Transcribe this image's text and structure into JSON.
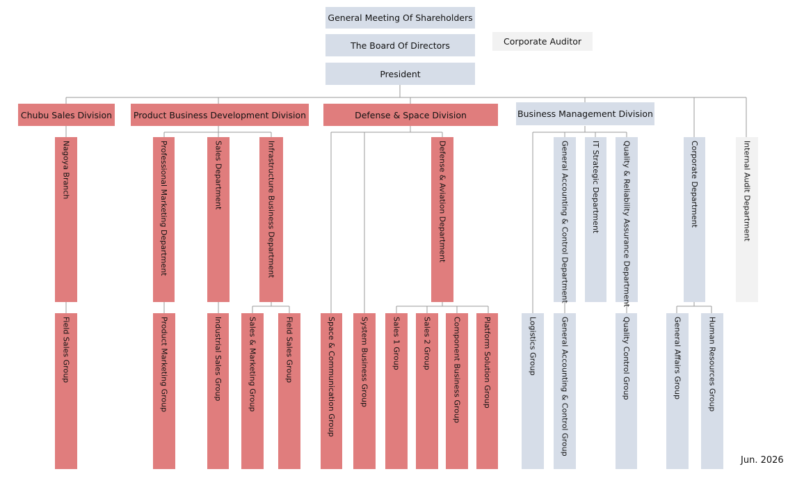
{
  "colors": {
    "division": "#e07d7d",
    "management": "#d6dde8",
    "audit": "#f2f2f2",
    "line": "#999999"
  },
  "top": {
    "shareholders": "General Meeting Of Shareholders",
    "board": "The Board Of Directors",
    "auditor": "Corporate Auditor",
    "president": "President"
  },
  "divisions": {
    "chubu": "Chubu Sales Division",
    "product": "Product Business Development Division",
    "defense": "Defense & Space Division",
    "management": "Business Management Division"
  },
  "departments": {
    "nagoya": "Nagoya Branch",
    "professional_marketing": "Professional Marketing Department",
    "sales": "Sales Department",
    "infrastructure": "Infrastructure Business Department",
    "defense_aviation": "Defense & Aviation Department",
    "general_accounting": "General Accounting & Control Department",
    "it_strategic": "IT Strategic Department",
    "quality": "Quality & Reliability Assurance Department",
    "corporate": "Corporate Department",
    "internal_audit": "Internal Audit Department"
  },
  "groups": {
    "field_sales": "Field Sales Group",
    "product_marketing": "Product Marketing Group",
    "industrial_sales": "Industrial Sales Group",
    "sales_marketing": "Sales & Marketing Group",
    "field_sales_2": "Field Sales Group",
    "space_communication": "Space & Communication Group",
    "system_business": "System Business Group",
    "sales_1": "Sales 1 Group",
    "sales_2": "Sales 2 Group",
    "component_business": "Component Business Group",
    "platform_solution": "Platform Solution Group",
    "logistics": "Logistics Group",
    "general_accounting_group": "General Accounting & Control Group",
    "quality_control": "Quality Control Group",
    "general_affairs": "General Affairs Group",
    "human_resources": "Human Resources Group"
  },
  "footer": {
    "date": "Jun. 2026"
  }
}
